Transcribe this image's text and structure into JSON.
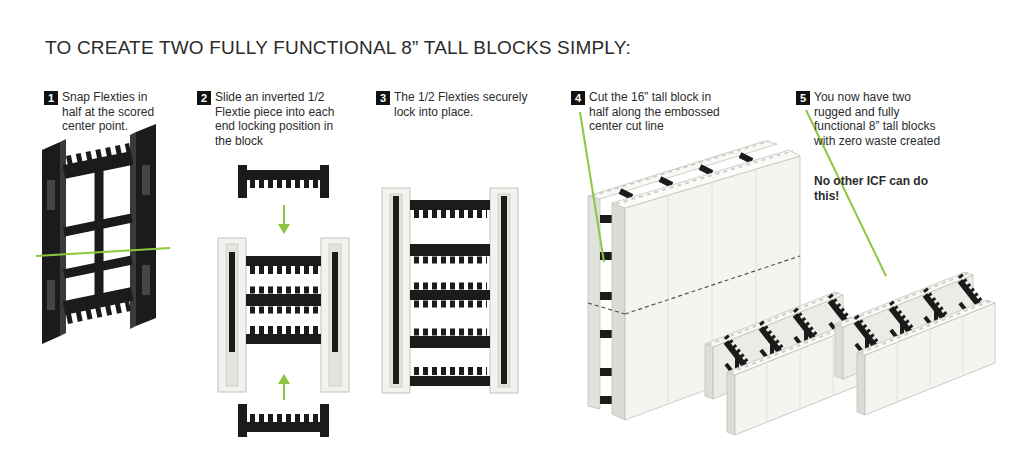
{
  "diagram": {
    "title": "TO CREATE TWO FULLY FUNCTIONAL 8” TALL BLOCKS SIMPLY:",
    "nodes": [
      {
        "text": [
          "1",
          "Snap Flexties in half at the scored center point."
        ]
      },
      {
        "text": [
          "2",
          "Slide an inverted 1/2 Flextie piece into each end locking position in the block"
        ]
      },
      {
        "text": [
          "3",
          "The 1/2 Flexties securely lock into place."
        ]
      },
      {
        "text": [
          "4",
          "Cut the 16” tall block in half along the embossed center cut line"
        ]
      },
      {
        "text": [
          "5",
          "You now have two rugged and fully functional 8” tall blocks with zero waste created",
          "No other ICF can do this!"
        ]
      }
    ]
  }
}
